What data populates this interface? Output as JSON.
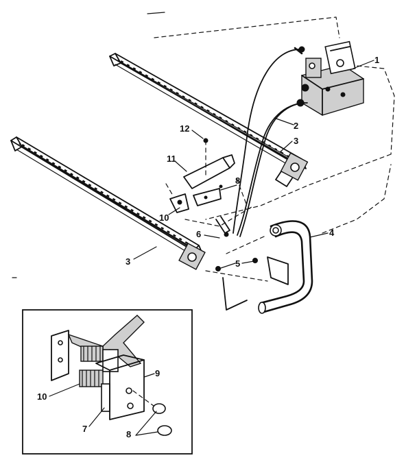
{
  "callouts": {
    "main": {
      "n1": "1",
      "n2": "2",
      "n3_upper": "3",
      "n3_lower": "3",
      "n4": "4",
      "n5": "5",
      "n6": "6",
      "n8": "8",
      "n10": "10",
      "n11": "11",
      "n12": "12"
    },
    "inset": {
      "n7": "7",
      "n8": "8",
      "n9": "9",
      "n10": "10"
    }
  }
}
